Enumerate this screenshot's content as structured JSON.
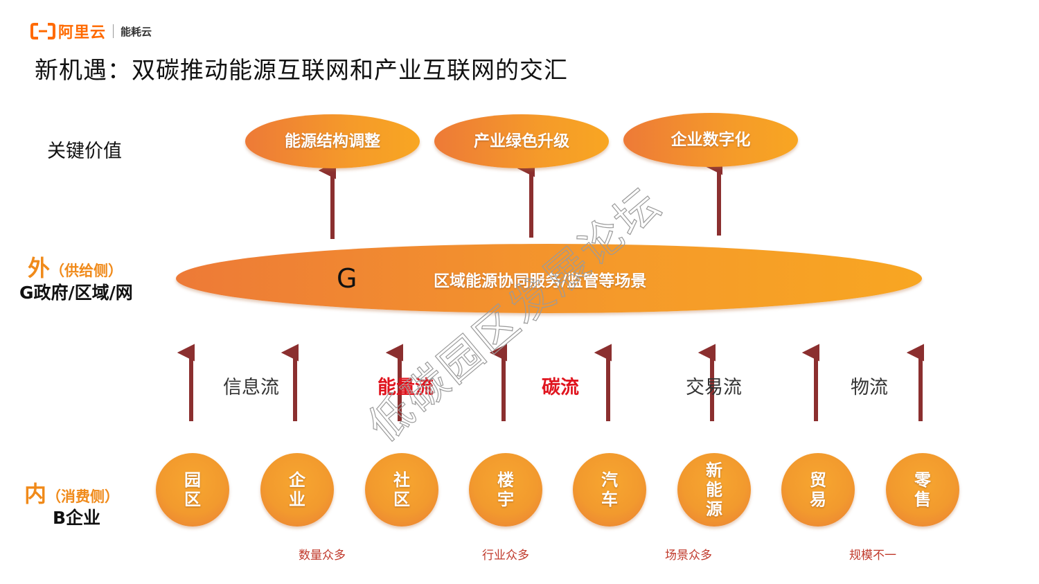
{
  "brand": {
    "name": "阿里云",
    "sub": "能耗云",
    "color": "#ff6a00"
  },
  "title": "新机遇：双碳推动能源互联网和产业互联网的交汇",
  "labels": {
    "key_value": "关键价值",
    "outer_main": "外",
    "outer_paren": "（供给侧）",
    "outer_sub": "G政府/区域/网",
    "inner_main": "内",
    "inner_paren": "（消费侧）",
    "inner_sub": "B企业"
  },
  "values": [
    {
      "label": "能源结构调整"
    },
    {
      "label": "产业绿色升级"
    },
    {
      "label": "企业数字化"
    }
  ],
  "big_ellipse": {
    "letter": "G",
    "text": "区域能源协同服务/监管等场景"
  },
  "flows": [
    {
      "label": "信息流",
      "highlight": false
    },
    {
      "label": "能量流",
      "highlight": true
    },
    {
      "label": "碳流",
      "highlight": true
    },
    {
      "label": "交易流",
      "highlight": false
    },
    {
      "label": "物流",
      "highlight": false
    }
  ],
  "circles": [
    {
      "label": "园区"
    },
    {
      "label": "企业"
    },
    {
      "label": "社区"
    },
    {
      "label": "楼宇"
    },
    {
      "label": "汽车"
    },
    {
      "label": "新能源"
    },
    {
      "label": "贸易"
    },
    {
      "label": "零售"
    }
  ],
  "notes": [
    "数量众多",
    "行业众多",
    "场景众多",
    "规模不一"
  ],
  "watermark": "低碳园区发展论坛",
  "colors": {
    "arrow": "#8b2f2f",
    "orange": "#f29a2e",
    "highlight_red": "#e0141e",
    "note_red": "#c0392b"
  }
}
